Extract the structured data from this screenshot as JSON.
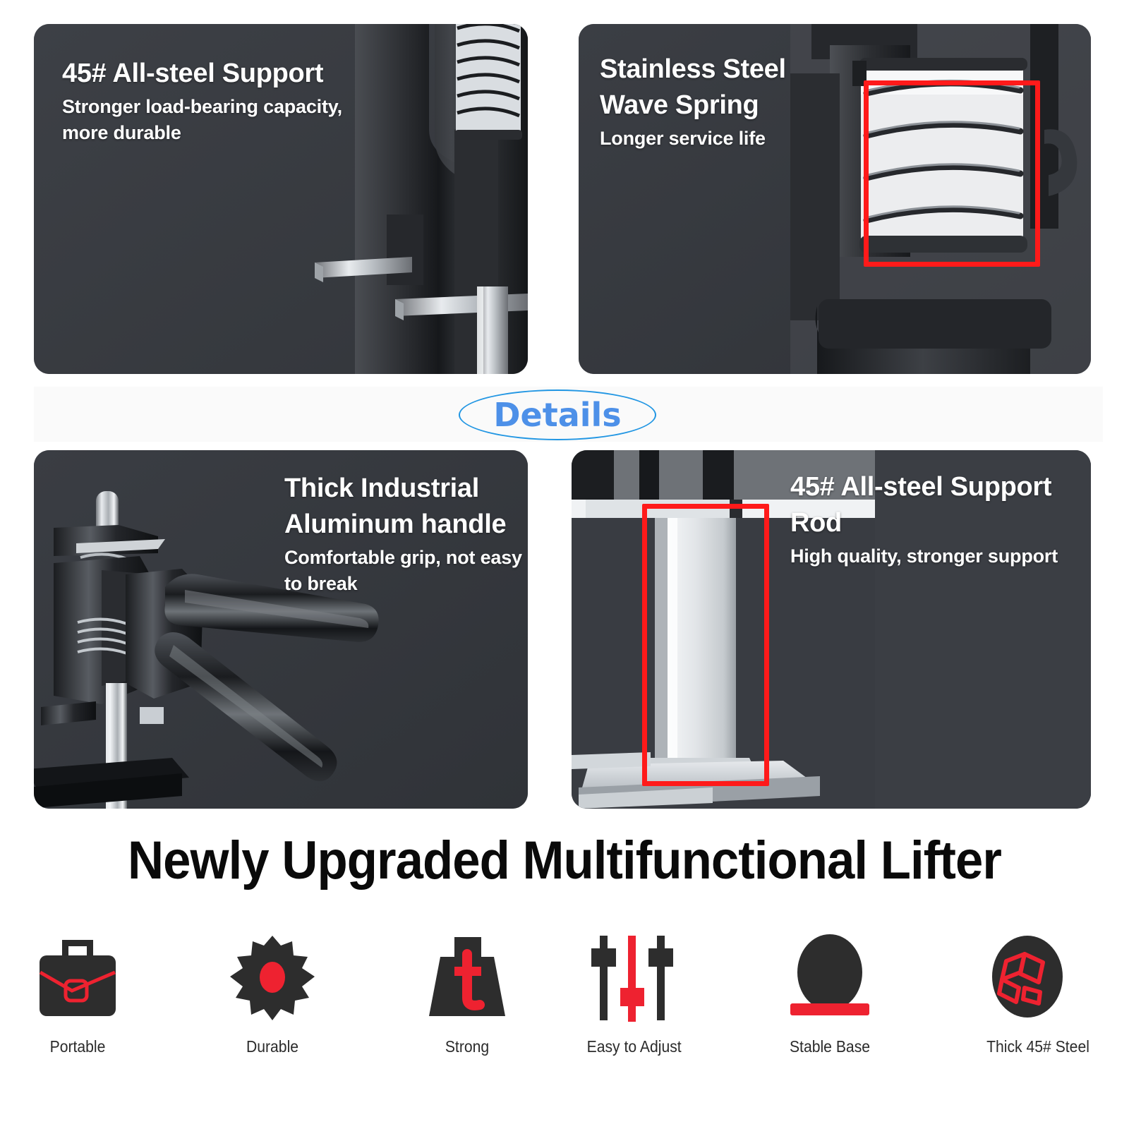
{
  "page": {
    "headline": "Newly Upgraded Multifunctional Lifter",
    "details_badge": "Details",
    "accent_red": "#ff1a1a",
    "accent_blue": "#4d90e8",
    "panel_bg": "#383b41",
    "page_bg": "#ffffff"
  },
  "panels": [
    {
      "id": "all-steel-support",
      "title": "45# All-steel Support",
      "subtitle": "Stronger load-bearing capacity, more durable",
      "position": "top-left",
      "has_red_highlight": false
    },
    {
      "id": "wave-spring",
      "title": "Stainless Steel Wave Spring",
      "subtitle": "Longer service life",
      "position": "top-right",
      "has_red_highlight": true
    },
    {
      "id": "aluminum-handle",
      "title": "Thick Industrial Aluminum handle",
      "subtitle": "Comfortable grip, not easy to break",
      "position": "bottom-left",
      "has_red_highlight": false
    },
    {
      "id": "support-rod",
      "title": "45# All-steel Support Rod",
      "subtitle": "High quality, stronger support",
      "position": "bottom-right",
      "has_red_highlight": true
    }
  ],
  "panel_text": {
    "tl_title": "45# All-steel Support",
    "tl_sub_line1": "Stronger load-bearing capacity,",
    "tl_sub_line2": "more durable",
    "tr_title_line1": "Stainless Steel",
    "tr_title_line2": "Wave Spring",
    "tr_sub": "Longer service life",
    "bl_title_line1": "Thick Industrial",
    "bl_title_line2": "Aluminum handle",
    "bl_sub_line1": "Comfortable grip, not easy",
    "bl_sub_line2": "to break",
    "br_title_line1": "45# All-steel Support",
    "br_title_line2": "Rod",
    "br_sub": "High quality, stronger support"
  },
  "features": [
    {
      "label": "Portable",
      "icon": "briefcase-icon"
    },
    {
      "label": "Durable",
      "icon": "gear-icon"
    },
    {
      "label": "Strong",
      "icon": "weight-icon"
    },
    {
      "label": "Easy to Adjust",
      "icon": "sliders-icon"
    },
    {
      "label": "Stable Base",
      "icon": "dome-base-icon"
    },
    {
      "label": "Thick 45# Steel",
      "icon": "steel-bars-icon"
    }
  ]
}
